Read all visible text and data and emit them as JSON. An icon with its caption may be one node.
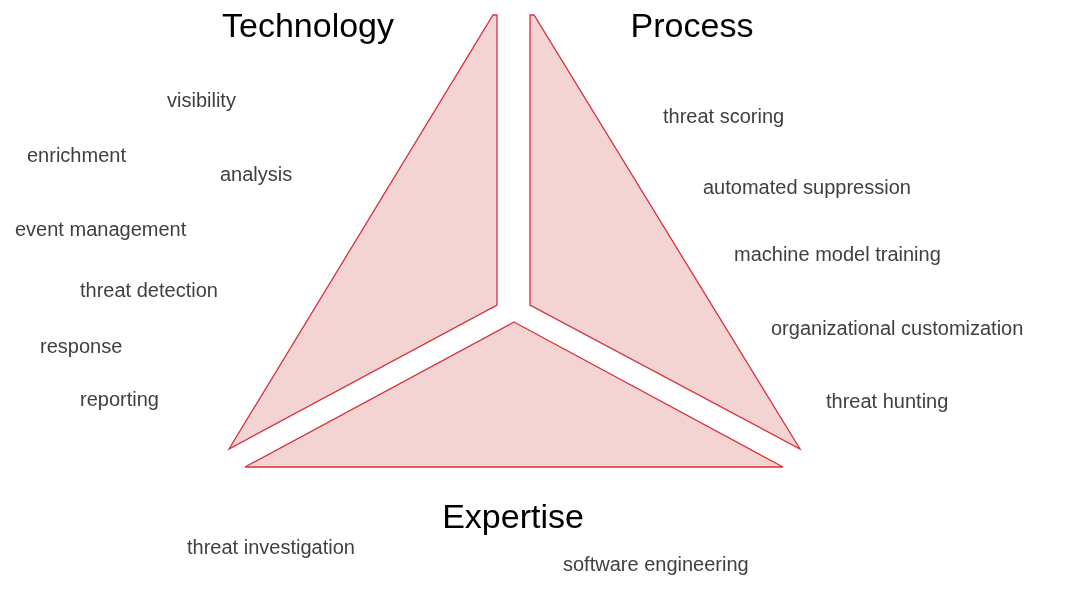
{
  "diagram": {
    "nodes": [
      {
        "text": [
          "Technology"
        ],
        "beside": [
          "visibility",
          "enrichment",
          "analysis",
          "event management",
          "threat detection",
          "response",
          "reporting"
        ]
      },
      {
        "text": [
          "Process"
        ],
        "beside": [
          "threat scoring",
          "automated suppression",
          "machine model training",
          "organizational customization",
          "threat hunting"
        ]
      },
      {
        "text": [
          "Expertise"
        ]
      }
    ],
    "labels": [
      "threat investigation",
      "software engineering"
    ]
  }
}
